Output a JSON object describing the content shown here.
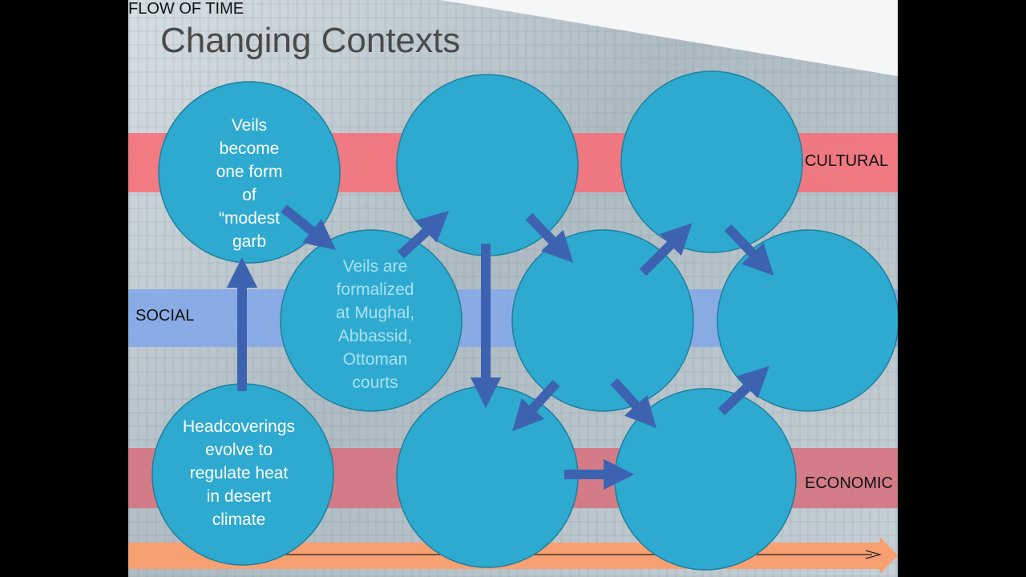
{
  "slide": {
    "title": "Changing Contexts",
    "bands": {
      "cultural": "CULTURAL",
      "social": "SOCIAL",
      "economic": "ECONOMIC"
    },
    "time_label": "FLOW OF TIME",
    "colors": {
      "node_fill": "#2eaad0",
      "node_stroke": "#1d7f9c",
      "arrow": "#3d63b0",
      "cultural_band": "#f76e78",
      "social_band": "#84a8e8",
      "economic_band": "#d6727e",
      "time_bar": "#f7a071"
    }
  },
  "nodes": {
    "veils_modest": "Veils\nbecome\none form\nof\n“modest\ngarb",
    "veils_courts": "Veils are\nformalized\nat Mughal,\nAbbassid,\nOttoman\ncourts",
    "headcoverings": "Headcoverings\nevolve to\nregulate heat\nin desert\nclimate"
  }
}
